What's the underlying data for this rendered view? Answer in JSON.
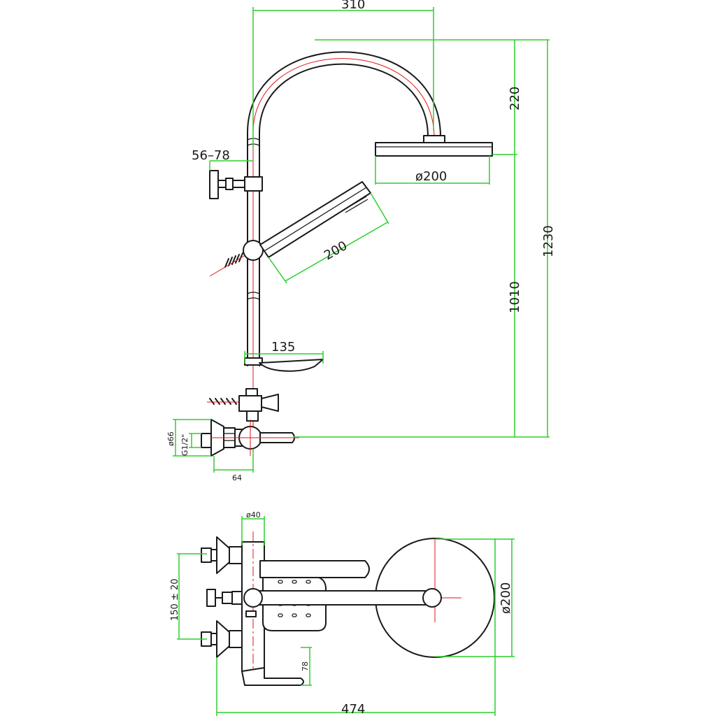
{
  "dimensions": {
    "width_310": "310",
    "arc_height_220": "220",
    "total_height_1230": "1230",
    "bar_height_1010": "1010",
    "head_diameter": "ø200",
    "hand_shower_length": "200",
    "bracket_range": "56–78",
    "soap_dish_width": "135",
    "flange_diameter": "ø66",
    "thread": "G1/2\"",
    "outlet_offset": "64",
    "bar_diameter": "ø40",
    "centers": "150 ± 20",
    "spout_height": "78",
    "overall_depth": "474",
    "plan_head_diameter": "ø200"
  },
  "colors": {
    "outline": "#1a1a1a",
    "dimension_lines": "#2ccf2c",
    "center_lines": "#e0161b",
    "background": "#ffffff"
  }
}
